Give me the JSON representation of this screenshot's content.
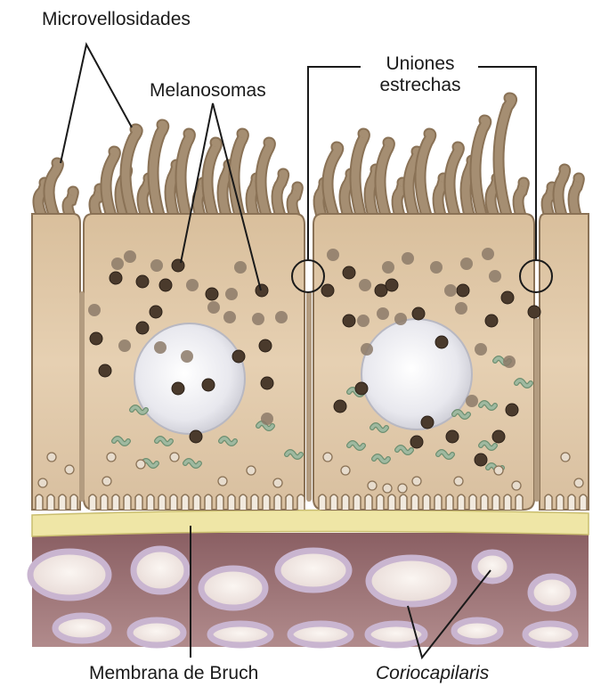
{
  "labels": {
    "microvilli": "Microvellosidades",
    "melanosomes": "Melanosomas",
    "tight_junctions_line1": "Uniones",
    "tight_junctions_line2": "estrechas",
    "bruch_membrane": "Membrana de Bruch",
    "choriocapillaris": "Coriocapilaris"
  },
  "colors": {
    "cell_fill": "#e3cbaa",
    "cell_edge": "#8a7256",
    "microvilli": "#a58e72",
    "nucleus": "#e9e9ee",
    "melanosome_dark": "#4a3a2c",
    "melanosome_light": "#8c7a68",
    "mitochondria": "#9fb9a0",
    "bruch": "#ece2a0",
    "choroid": "#9a6b70",
    "capillary_wall": "#c9b5d0",
    "capillary_lumen": "#f3ebe6"
  }
}
